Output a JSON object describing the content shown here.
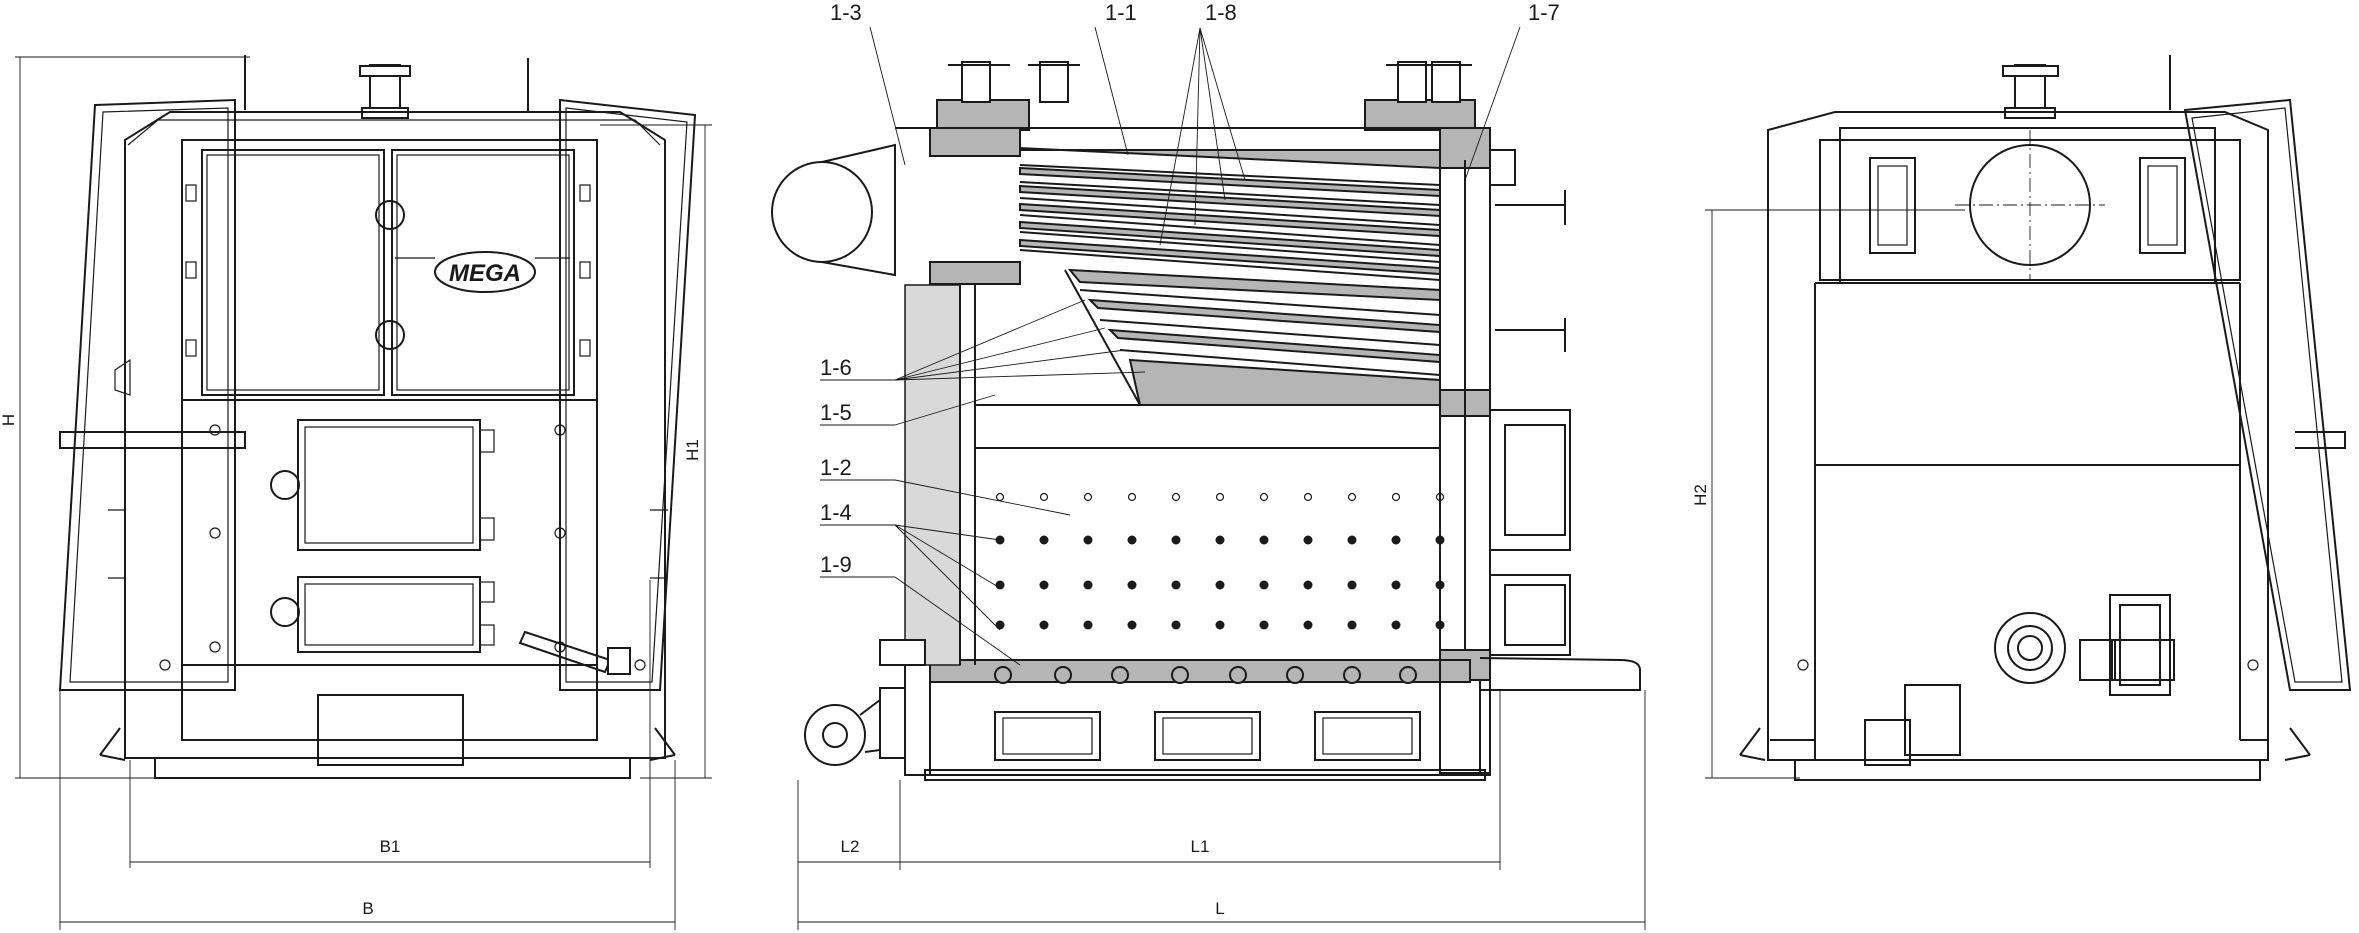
{
  "front_view": {
    "logo_text": "MEGA",
    "dimensions": {
      "height": "H",
      "height_1": "H1",
      "width_1": "B1",
      "width": "B"
    }
  },
  "section_view": {
    "callouts": {
      "c1_3": "1-3",
      "c1_1": "1-1",
      "c1_8": "1-8",
      "c1_7": "1-7",
      "c1_6": "1-6",
      "c1_5": "1-5",
      "c1_2": "1-2",
      "c1_4": "1-4",
      "c1_9": "1-9"
    },
    "dimensions": {
      "length_2": "L2",
      "length_1": "L1",
      "length": "L"
    }
  },
  "rear_view": {
    "dimensions": {
      "height_2": "H2"
    }
  }
}
